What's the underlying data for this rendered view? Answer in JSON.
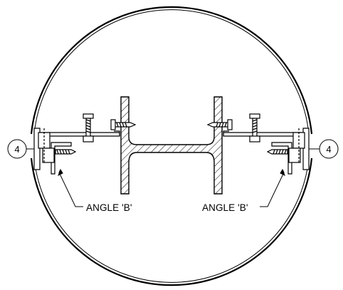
{
  "detail": {
    "callout_left": "4",
    "callout_right": "4",
    "label_left": "ANGLE 'B'",
    "label_right": "ANGLE 'B'"
  }
}
